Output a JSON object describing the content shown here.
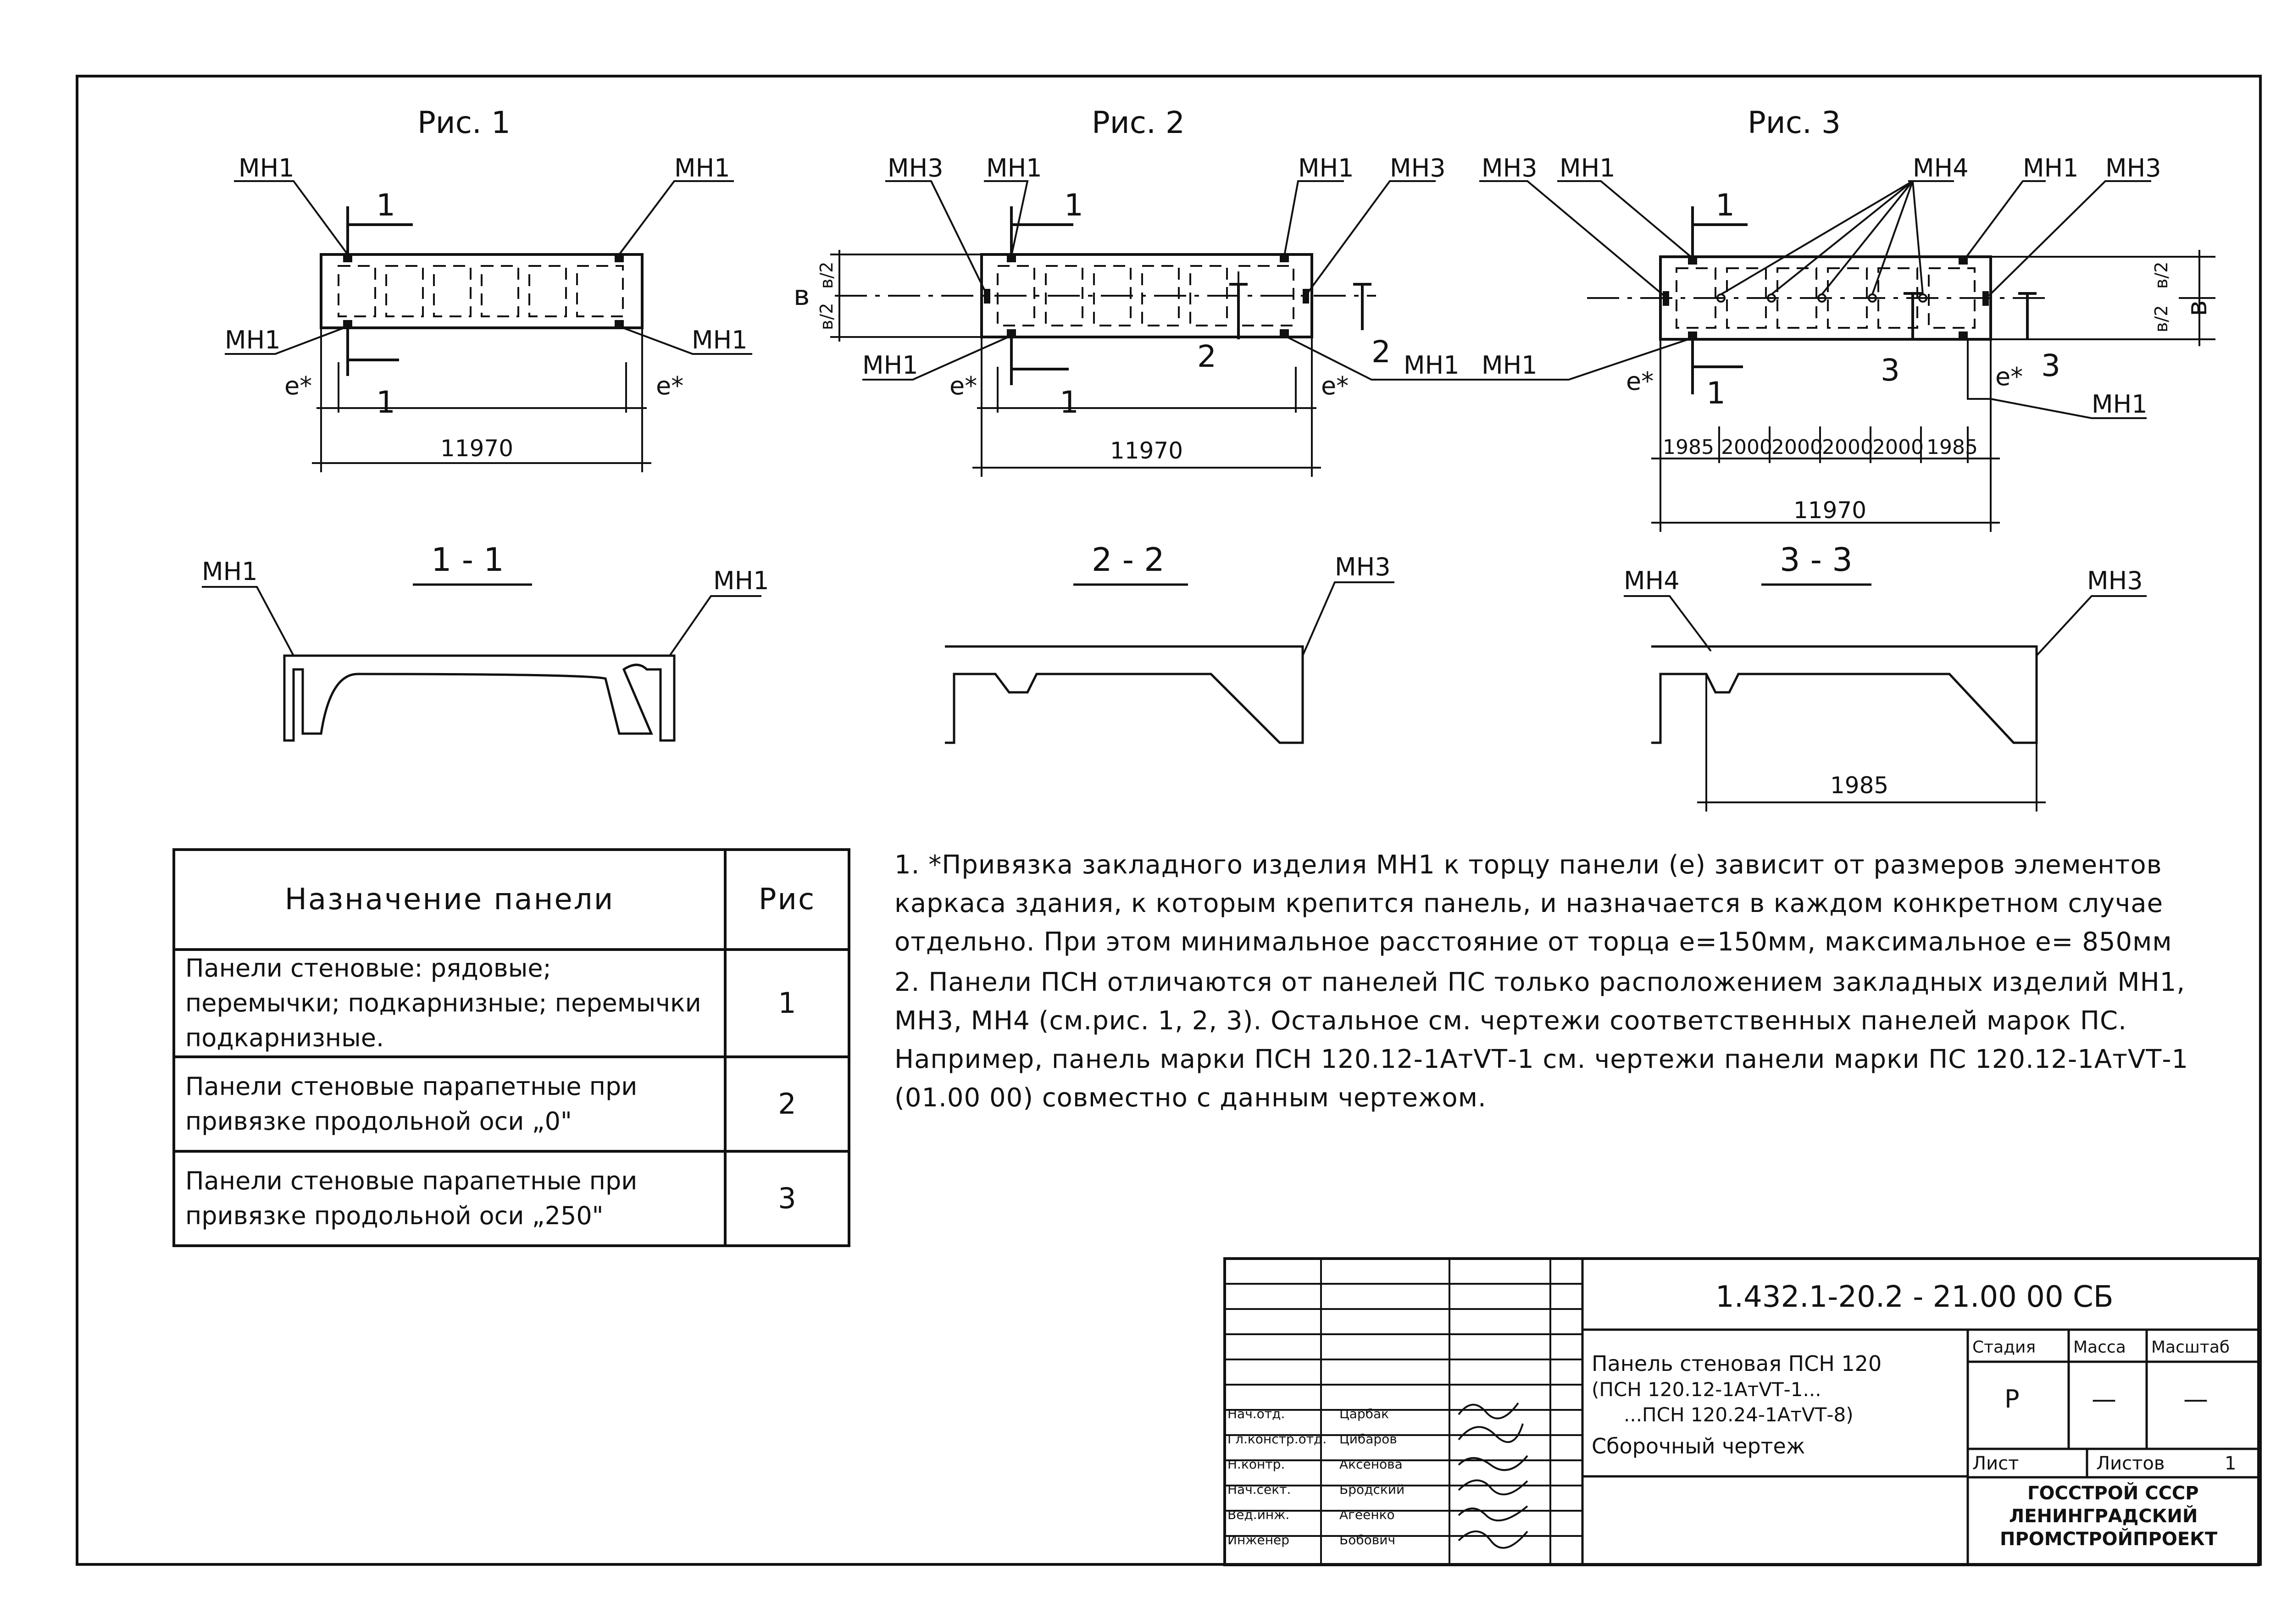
{
  "figures": {
    "fig1": {
      "title": "Рис. 1",
      "mark_tl": "МН1",
      "mark_tr": "МН1",
      "mark_bl": "МН1",
      "mark_br": "МН1",
      "cut": "1",
      "ecc_left": "е*",
      "ecc_right": "е*",
      "length": "11970"
    },
    "fig2": {
      "title": "Рис. 2",
      "mark_tl1": "МН3",
      "mark_tl2": "МН1",
      "mark_tr1": "МН1",
      "mark_tr2": "МН3",
      "mark_bl": "МН1",
      "mark_br": "МН1",
      "cut1": "1",
      "cut2": "2",
      "dim_b": "в",
      "dim_half": "в/2",
      "ecc_left": "е*",
      "ecc_right": "е*",
      "length": "11970"
    },
    "fig3": {
      "title": "Рис. 3",
      "mark_tl1": "МН3",
      "mark_tl2": "МН1",
      "mark_mid": "МН4",
      "mark_tr1": "МН1",
      "mark_tr2": "МН3",
      "mark_bl": "МН1",
      "mark_br": "МН1",
      "cut1": "1",
      "cut3": "3",
      "dim_b": "в",
      "dim_half": "в/2",
      "ecc_left": "е*",
      "ecc_right": "е*",
      "spans": [
        "1985",
        "2000",
        "2000",
        "2000",
        "2000",
        "1985"
      ],
      "length": "11970"
    }
  },
  "sections": {
    "s11": {
      "title": "1 - 1",
      "mark_l": "МН1",
      "mark_r": "МН1"
    },
    "s22": {
      "title": "2 - 2",
      "mark_r": "МН3"
    },
    "s33": {
      "title": "3 - 3",
      "mark_l": "МН4",
      "mark_r": "МН3",
      "dim": "1985"
    }
  },
  "purpose_table": {
    "header_name": "Назначение панели",
    "header_fig": "Рис",
    "rows": [
      {
        "name": "Панели стеновые: рядовые; перемычки; подкарнизные; перемычки подкарнизные.",
        "fig": "1"
      },
      {
        "name": "Панели стеновые парапетные при привязке продольной оси „0\"",
        "fig": "2"
      },
      {
        "name": "Панели стеновые парапетные при привязке продольной оси „250\"",
        "fig": "3"
      }
    ]
  },
  "notes": [
    "1. *Привязка закладного изделия МН1 к торцу панели (е) зависит от размеров элементов каркаса здания, к которым крепится панель, и назначается в каждом конкретном случае отдельно. При этом минимальное расстояние от торца е=150мм, максимальное е= 850мм",
    "2. Панели ПСН отличаются от панелей ПС только расположением закладных изделий МН1, МН3, МН4 (см.рис. 1, 2, 3). Остальное см. чертежи соответственных панелей марок ПС. Например, панель марки ПСН 120.12-1АтVТ-1 см. чертежи панели марки ПС 120.12-1АтVТ-1 (01.00 00) совместно с данным чертежом."
  ],
  "stamp": {
    "code": "1.432.1-20.2 - 21.00 00 СБ",
    "title_lines": [
      "Панель стеновая ПСН 120",
      "(ПСН 120.12-1АтVТ-1...",
      "...ПСН 120.24-1АтVТ-8)"
    ],
    "drawing_type": "Сборочный чертеж",
    "stage_label": "Стадия",
    "mass_label": "Масса",
    "scale_label": "Масштаб",
    "stage": "Р",
    "mass": "—",
    "scale": "—",
    "sheet_label": "Лист",
    "sheets_label": "Листов",
    "sheets": "1",
    "org": [
      "ГОССТРОЙ СССР",
      "ЛЕНИНГРАДСКИЙ",
      "ПРОМСТРОЙПРОЕКТ"
    ],
    "signers": [
      {
        "role": "Нач.отд.",
        "name": "Царбак"
      },
      {
        "role": "Гл.констр.отд.",
        "name": "Цибаров"
      },
      {
        "role": "Н.контр.",
        "name": "Аксенова"
      },
      {
        "role": "Нач.сект.",
        "name": "Бродский"
      },
      {
        "role": "Вед.инж.",
        "name": "Агеенко"
      },
      {
        "role": "Инженер",
        "name": "Бобович"
      }
    ]
  }
}
